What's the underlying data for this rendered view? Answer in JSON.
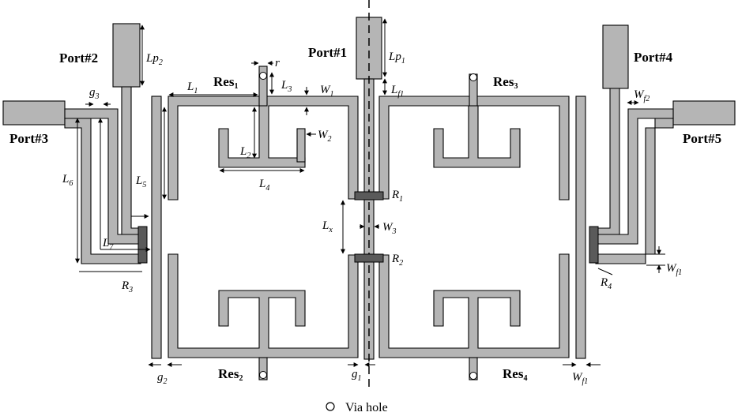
{
  "ports": {
    "p1": "Port#1",
    "p2": "Port#2",
    "p3": "Port#3",
    "p4": "Port#4",
    "p5": "Port#5"
  },
  "resonators": {
    "res1": {
      "base": "Res",
      "sub": "1"
    },
    "res2": {
      "base": "Res",
      "sub": "2"
    },
    "res3": {
      "base": "Res",
      "sub": "3"
    },
    "res4": {
      "base": "Res",
      "sub": "4"
    }
  },
  "dimensions": {
    "lp1": {
      "base": "Lp",
      "sub": "1"
    },
    "lp2": {
      "base": "Lp",
      "sub": "2"
    },
    "l1": {
      "base": "L",
      "sub": "1"
    },
    "l2": {
      "base": "L",
      "sub": "2"
    },
    "l3": {
      "base": "L",
      "sub": "3"
    },
    "l4": {
      "base": "L",
      "sub": "4"
    },
    "l5": {
      "base": "L",
      "sub": "5"
    },
    "l6": {
      "base": "L",
      "sub": "6"
    },
    "l7": {
      "base": "L",
      "sub": "7"
    },
    "lx": {
      "base": "L",
      "sub": "x"
    },
    "lf1": {
      "base": "L",
      "sub": "f1"
    },
    "w1": {
      "base": "W",
      "sub": "1"
    },
    "w2": {
      "base": "W",
      "sub": "2"
    },
    "w3": {
      "base": "W",
      "sub": "3"
    },
    "wf1_right": {
      "base": "W",
      "sub": "f1"
    },
    "wf1_bottom": {
      "base": "W",
      "sub": "f1"
    },
    "wf2": {
      "base": "W",
      "sub": "f2"
    },
    "g1": {
      "base": "g",
      "sub": "1"
    },
    "g2": {
      "base": "g",
      "sub": "2"
    },
    "g3": {
      "base": "g",
      "sub": "3"
    },
    "r": {
      "base": "r",
      "sub": ""
    },
    "R1": {
      "base": "R",
      "sub": "1"
    },
    "R2": {
      "base": "R",
      "sub": "2"
    },
    "R3": {
      "base": "R",
      "sub": "3"
    },
    "R4": {
      "base": "R",
      "sub": "4"
    }
  },
  "legend": {
    "via_hole": "Via hole"
  }
}
